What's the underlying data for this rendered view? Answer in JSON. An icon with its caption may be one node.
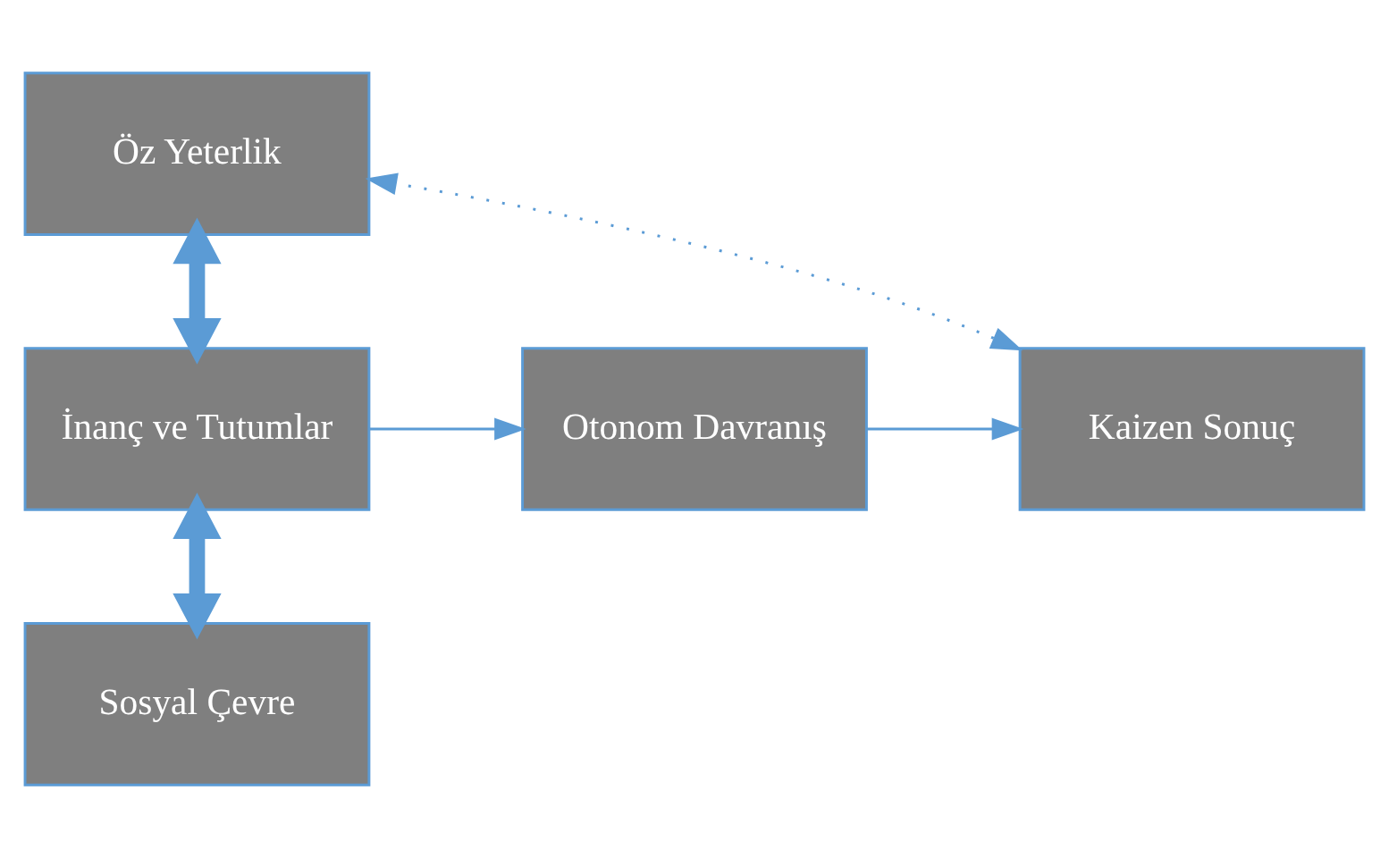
{
  "diagram": {
    "nodes": [
      {
        "text": [
          "Öz Yeterlik"
        ]
      },
      {
        "text": [
          "İnanç ve Tutumlar"
        ]
      },
      {
        "text": [
          "Otonom Davranış"
        ]
      },
      {
        "text": [
          "Kaizen Sonuç"
        ]
      },
      {
        "text": [
          "Sosyal Çevre"
        ]
      }
    ],
    "edges": [
      {
        "from": 0,
        "to": 1,
        "arrow": "both",
        "style": "thick"
      },
      {
        "from": 1,
        "to": 4,
        "arrow": "both",
        "style": "thick"
      },
      {
        "from": 1,
        "to": 2,
        "arrow": "to"
      },
      {
        "from": 2,
        "to": 3,
        "arrow": "to"
      },
      {
        "from": 3,
        "to": 0,
        "arrow": "both",
        "style": "dashed"
      }
    ]
  }
}
